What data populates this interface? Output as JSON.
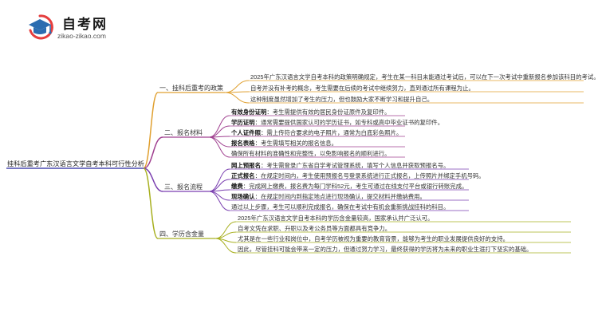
{
  "logo": {
    "title": "自考网",
    "domain": "zikao-zikao.com",
    "icon": "graduation-cap-icon",
    "colors": {
      "cap": "#2b6cb0",
      "ring": "#e53e3e"
    }
  },
  "root": "挂科后重考广东汉语言文学自考本科可行性分析",
  "colors": {
    "root_line": "#4a4ab0",
    "b1": "#e0a030",
    "b2": "#a04090",
    "b3": "#7a3fb0",
    "b4": "#a8b020"
  },
  "branches": [
    {
      "label": "一、挂科后重考的政策",
      "items": [
        {
          "text": "2025年广东汉语言文学自考本科的政策明确规定，考生在某一科目未能通过考试后，可以在下一次考试中重新报名参加该科目的考试。"
        },
        {
          "text": "自考并没有补考的概念，考生需要在后续的考试中继续努力，直到通过所有课程为止。"
        },
        {
          "text": "这种制度虽然增加了考生的压力，但也鼓励大家不断学习和提升自己。"
        }
      ]
    },
    {
      "label": "二、报名材料",
      "items": [
        {
          "key": "有效身份证明",
          "text": "：考生需提供有效的居民身份证原件及复印件。"
        },
        {
          "key": "学历证明",
          "text": "：通常需要提供国家认可的学历证书，如专科或高中毕业证书的复印件。"
        },
        {
          "key": "个人证件照",
          "text": "：需上传符合要求的电子照片，通常为白底彩色照片。"
        },
        {
          "key": "报名表格",
          "text": "：考生需填写相关的报名信息。"
        },
        {
          "text": "确保所有材料的准确性和完整性，以免影响报名的顺利进行。"
        }
      ]
    },
    {
      "label": "三、报名流程",
      "items": [
        {
          "key": "网上预报名",
          "text": "：考生需登录广东省自学考试管理系统，填写个人信息并获取预报名号。"
        },
        {
          "key": "正式报名",
          "text": "：在规定时间内，考生使用预报名号登录系统进行正式报名，上传照片并绑定手机号码。"
        },
        {
          "key": "缴费",
          "text": "：完成网上缴费，报名费为每门学科52元，考生可通过在线支付平台或银行转账完成。"
        },
        {
          "key": "现场确认",
          "text": "：在规定时间内到指定地点进行现场确认，提交材料并缴纳费用。"
        },
        {
          "text": "通过以上步骤，考生可以顺利完成报名，确保在考试中有机会重新挑战挂科的科目。"
        }
      ]
    },
    {
      "label": "四、学历含金量",
      "items": [
        {
          "text": "2025年广东汉语言文学自考本科的学历含金量较高，国家承认并广泛认可。"
        },
        {
          "text": "自考文凭在求职、升职以及考公务员等方面都具有竞争力。"
        },
        {
          "text": "尤其是在一些行业和岗位中，自考学历被视为重要的教育背景，能够为考生的职业发展提供良好的支持。"
        },
        {
          "text": "因此，尽管挂科可能会带来一定的压力，但通过努力学习，最终获得的学历将为未来的职业生涯打下坚实的基础。"
        }
      ]
    }
  ]
}
